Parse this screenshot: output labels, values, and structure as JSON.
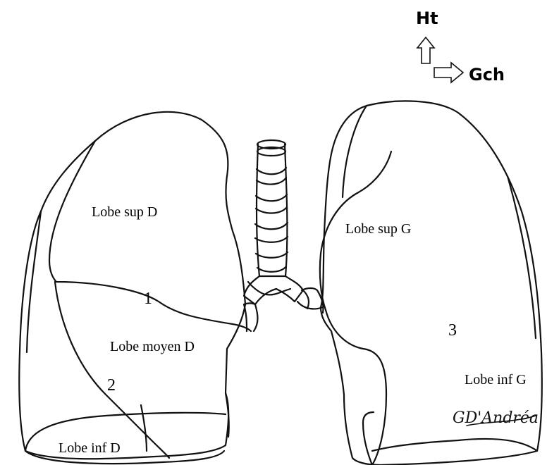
{
  "orientation": {
    "up_label": "Ht",
    "right_label": "Gch"
  },
  "lobes": {
    "right_upper": "Lobe sup D",
    "right_middle": "Lobe moyen D",
    "right_lower": "Lobe inf D",
    "left_upper": "Lobe sup G",
    "left_lower": "Lobe inf G"
  },
  "fissures": {
    "one": "1",
    "two": "2",
    "three": "3"
  },
  "signature": "GD'Andréa"
}
